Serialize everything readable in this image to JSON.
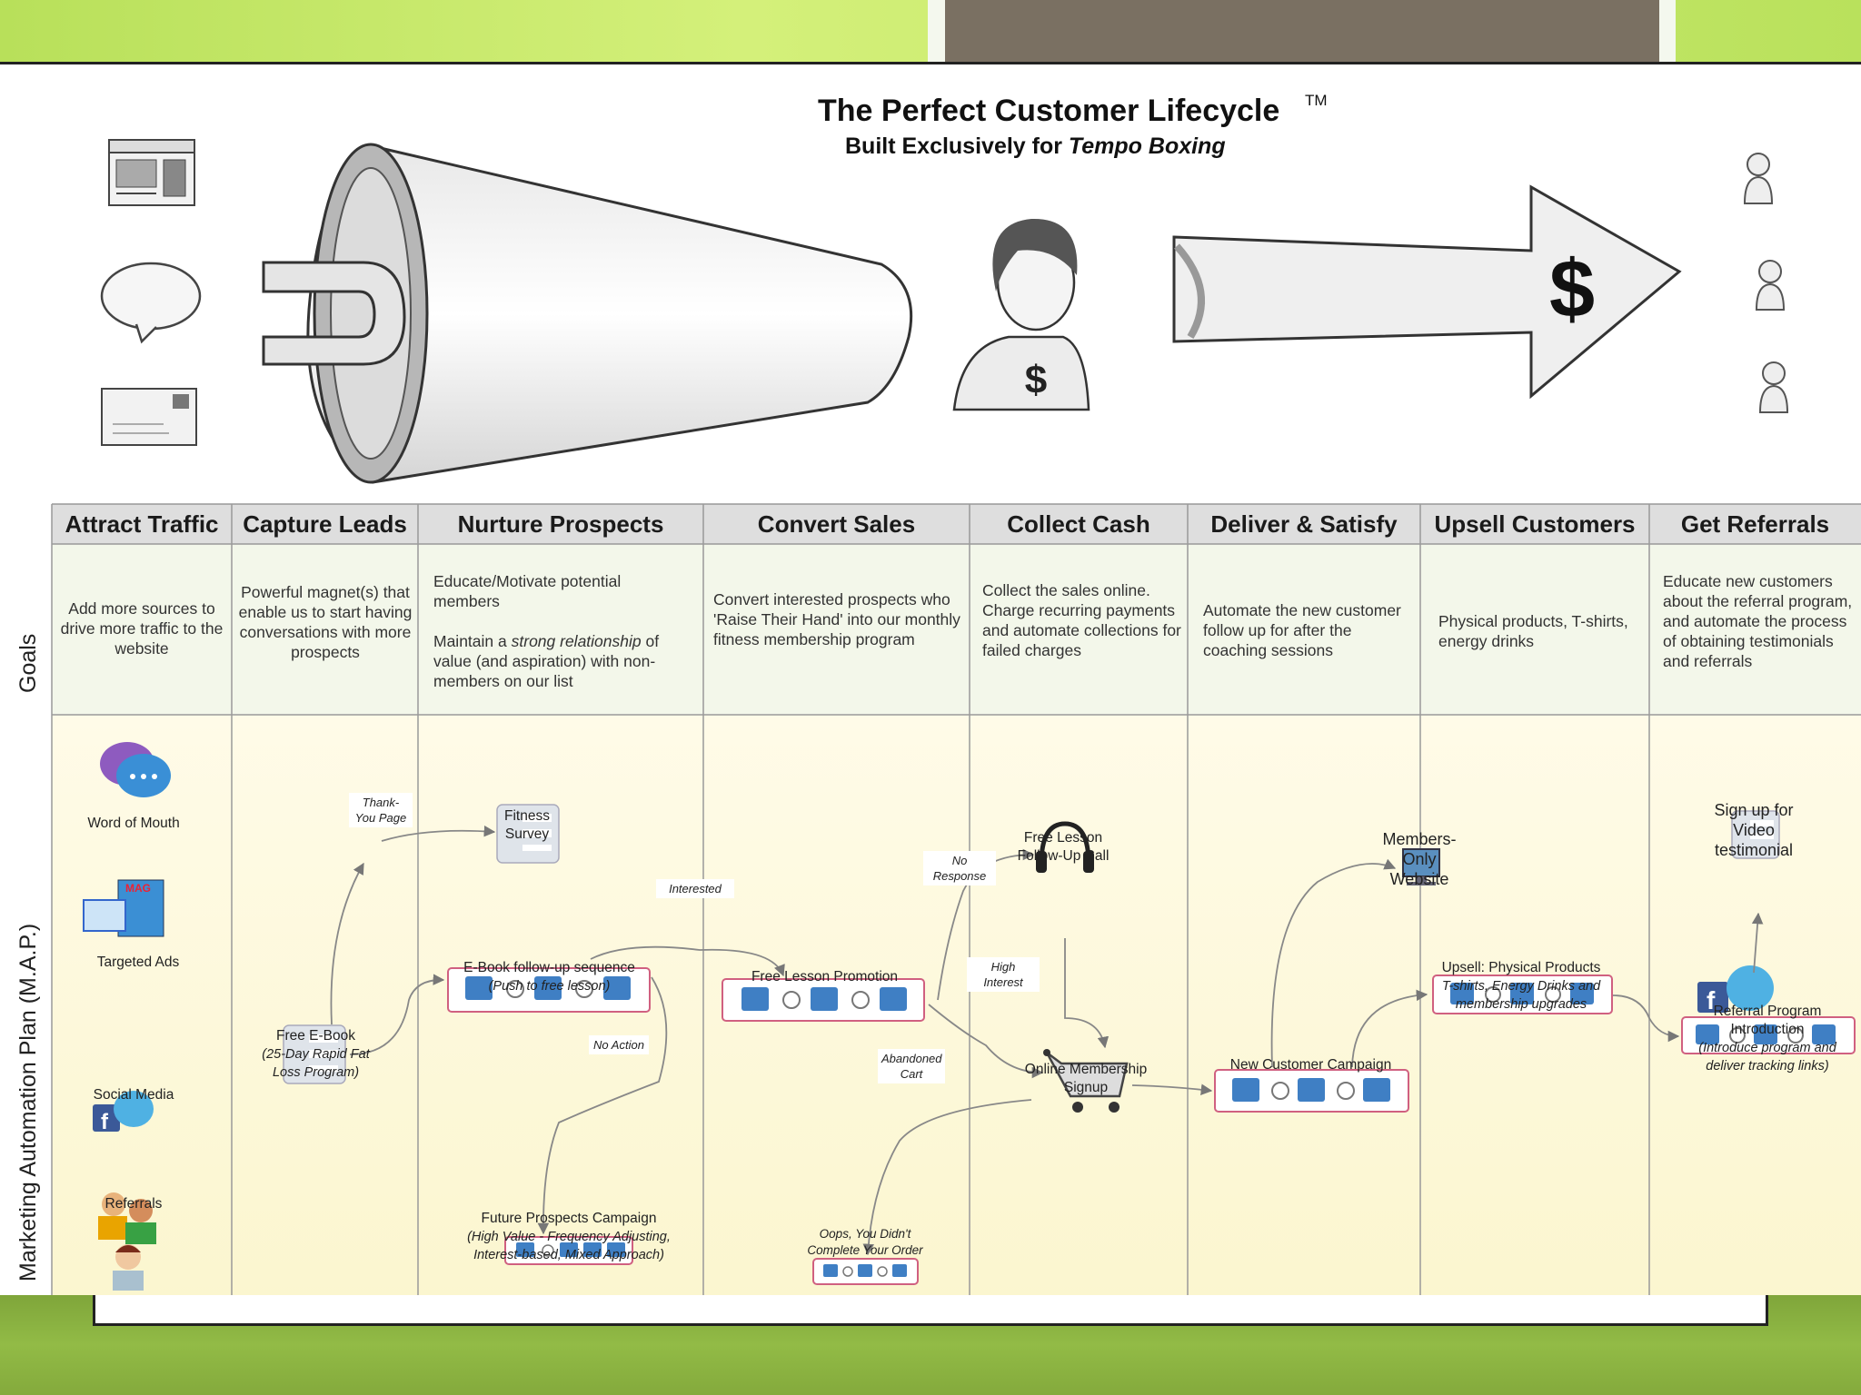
{
  "title": "The Perfect Customer Lifecycle",
  "trademark": "TM",
  "subtitle_prefix": "Built Exclusively for",
  "subtitle_brand": "Tempo Boxing",
  "icons": [
    "browser-window-icon",
    "speech-bubble-icon",
    "mail-envelope-icon",
    "magnet-icon",
    "funnel-icon",
    "customer-icon",
    "dollar-arrow-icon",
    "person-icon"
  ],
  "columns": [
    "Attract Traffic",
    "Capture Leads",
    "Nurture Prospects",
    "Convert Sales",
    "Collect Cash",
    "Deliver & Satisfy",
    "Upsell Customers",
    "Get Referrals"
  ],
  "row_labels": {
    "goals": "Goals",
    "map": "Marketing Automation Plan (M.A.P.)"
  },
  "goals": {
    "attract": "Add more sources to drive more traffic to the website",
    "capture": "Powerful magnet(s) that enable us to start having conversations with more prospects",
    "nurture_1": "Educate/Motivate potential members",
    "nurture_2a": "Maintain a",
    "nurture_2b": "strong relationship",
    "nurture_2c": "of value (and aspiration) with non-members on our list",
    "convert": "Convert interested prospects who 'Raise Their Hand' into our monthly fitness membership program",
    "collect": "Collect the sales online. Charge recurring payments and automate collections for failed charges",
    "deliver": "Automate the new customer follow up for after the coaching sessions",
    "upsell": "Physical products, T-shirts, energy drinks",
    "referrals": "Educate new customers about the referral program, and automate the process of obtaining testimonials and referrals"
  },
  "map": {
    "word_of_mouth": "Word of Mouth",
    "targeted_ads": "Targeted Ads",
    "mag": "MAG",
    "social_media": "Social Media",
    "referrals": "Referrals",
    "thank_you": "Thank-You Page",
    "free_ebook": "Free E-Book",
    "free_ebook_sub": "(25-Day Rapid Fat Loss Program)",
    "fitness_survey": "Fitness Survey",
    "ebook_seq": "E-Book follow-up sequence",
    "ebook_seq_sub": "(Push to free lesson)",
    "interested": "Interested",
    "no_action": "No Action",
    "future": "Future Prospects Campaign",
    "future_sub": "(High Value - Frequency Adjusting, Interest-based, Mixed Approach)",
    "free_lesson_promo": "Free Lesson Promotion",
    "abandoned": "Abandoned Cart",
    "oops": "Oops, You Didn't Complete Your Order",
    "no_response": "No Response",
    "high_interest": "High Interest",
    "followup_call": "Free Lesson Follow-Up Call",
    "signup": "Online Membership Signup",
    "members_site": "Members-Only Website",
    "new_customer": "New Customer Campaign",
    "upsell": "Upsell: Physical Products",
    "upsell_sub": "T-shirts, Energy Drinks and membership upgrades",
    "video_testimonial": "Sign up for Video testimonial",
    "referral_intro": "Referral Program Introduction",
    "referral_intro_sub": "(Introduce program and deliver tracking links)"
  }
}
